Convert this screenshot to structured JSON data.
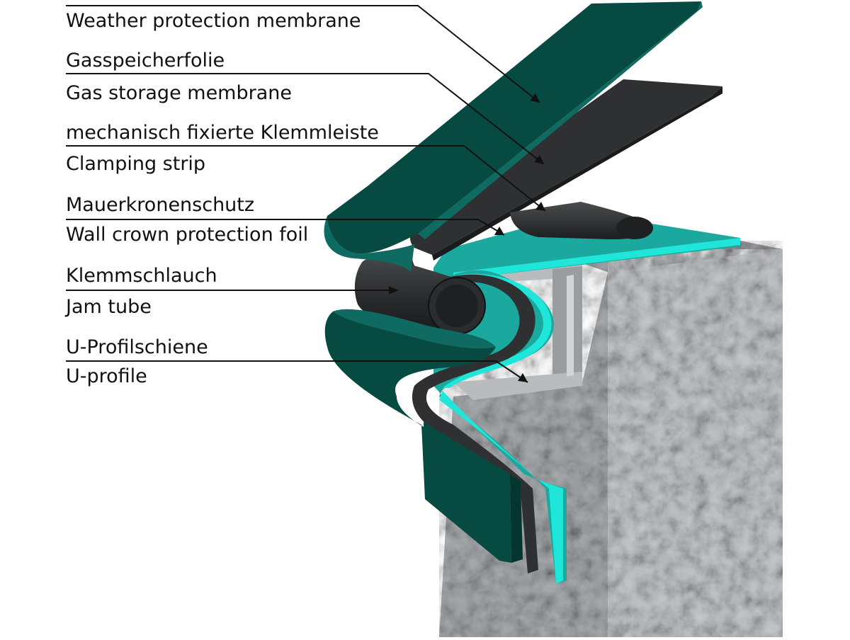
{
  "labels": [
    {
      "id": "weather",
      "text": "Weather protection membrane"
    },
    {
      "id": "gas_de",
      "text": "Gasspeicherfolie"
    },
    {
      "id": "gas_en",
      "text": "Gas storage membrane"
    },
    {
      "id": "clamp_de",
      "text": "mechanisch fixierte Klemmleiste"
    },
    {
      "id": "clamp_en",
      "text": "Clamping strip"
    },
    {
      "id": "crown_de",
      "text": "Mauerkronenschutz"
    },
    {
      "id": "crown_en",
      "text": "Wall crown protection foil"
    },
    {
      "id": "jam_de",
      "text": "Klemmschlauch"
    },
    {
      "id": "jam_en",
      "text": "Jam tube"
    },
    {
      "id": "uprof_de",
      "text": "U-Profilschiene"
    },
    {
      "id": "uprof_en",
      "text": "U-profile"
    }
  ],
  "colors": {
    "membrane_dark": "#064a42",
    "membrane_mid": "#0f6b61",
    "membrane_light": "#1a8f82",
    "gas_membrane": "#2e3032",
    "gas_membrane_light": "#3f4244",
    "cyan_foil": "#1fe6d8",
    "cyan_foil_face": "#1ba99f",
    "jam_tube": "#2a2c2e",
    "u_profile": "#b9bcbe",
    "u_profile_dark": "#8f9294",
    "concrete_light": "#b8bcbe",
    "concrete_dark": "#7b8083",
    "leader_line": "#111111"
  }
}
